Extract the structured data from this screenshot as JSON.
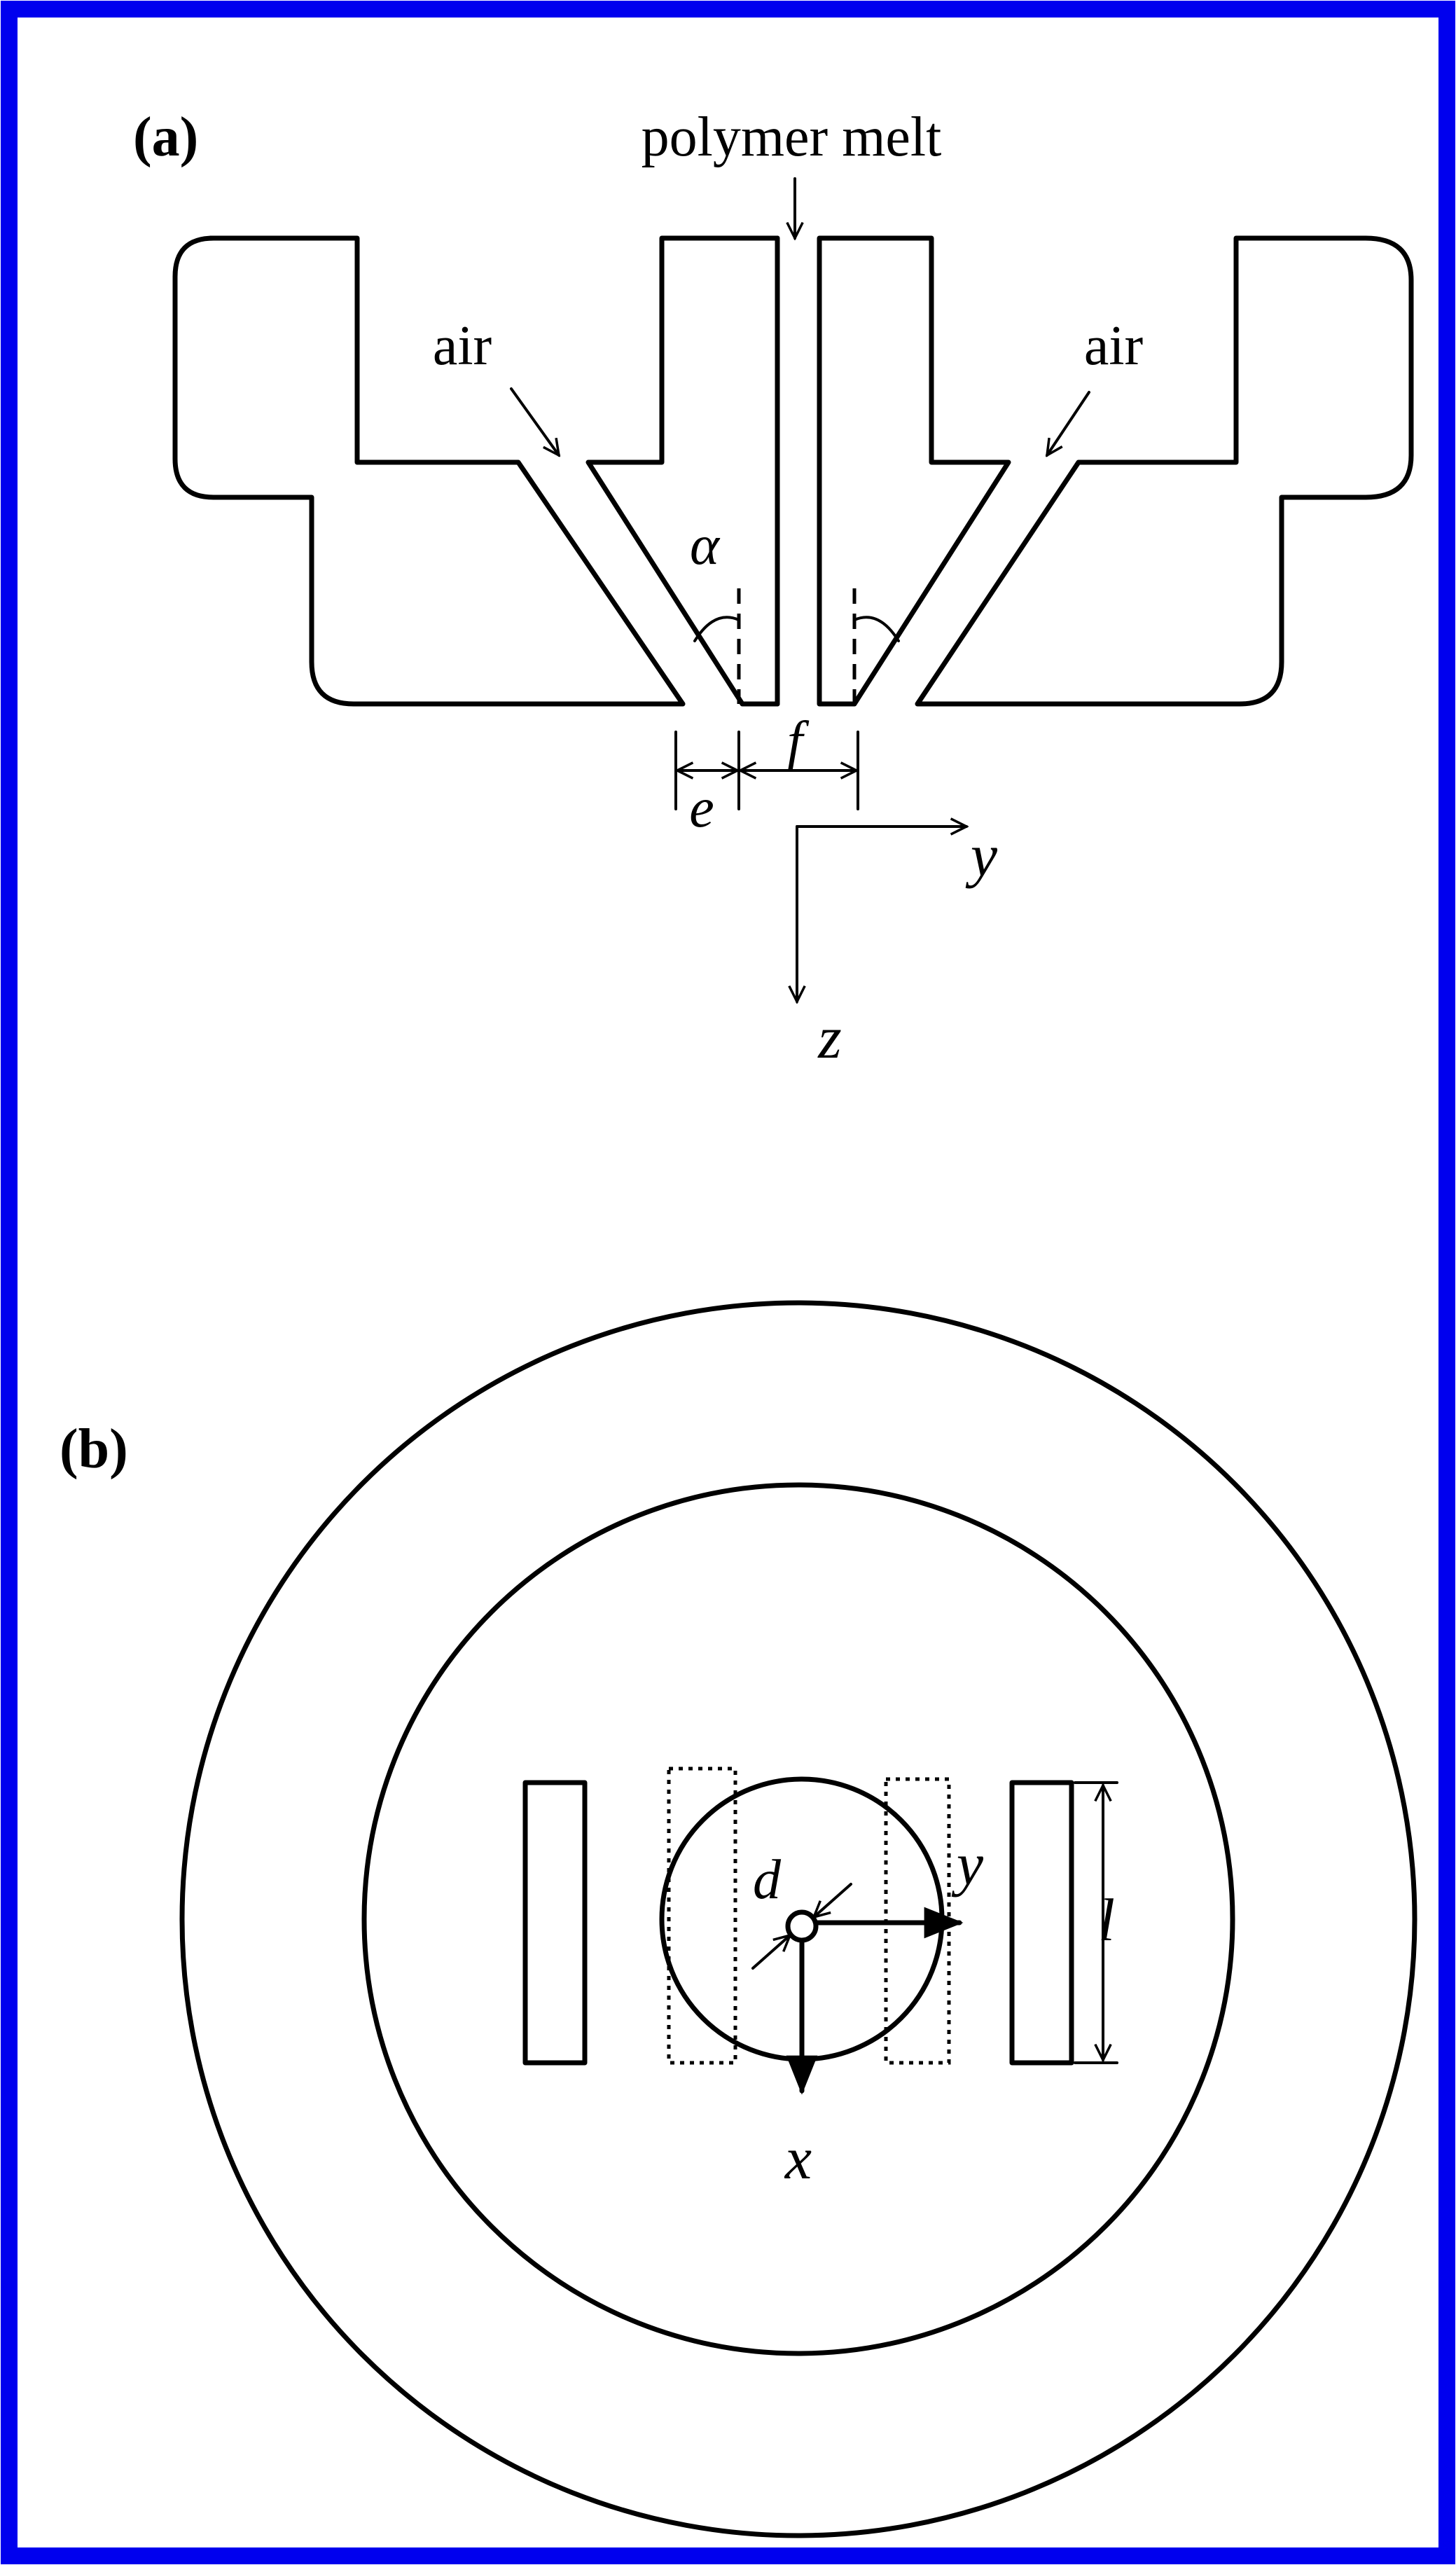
{
  "colors": {
    "frame": "#0000ee",
    "ink": "#000000",
    "background": "#ffffff"
  },
  "panel_a": {
    "tag": "(a)",
    "melt_label": "polymer melt",
    "air_left": "air",
    "air_right": "air",
    "angle_symbol": "α",
    "e_symbol": "e",
    "f_symbol": "f",
    "axis_y": "y",
    "axis_z": "z"
  },
  "panel_b": {
    "tag": "(b)",
    "d_symbol": "d",
    "l_symbol": "l",
    "axis_x": "x",
    "axis_y": "y"
  }
}
